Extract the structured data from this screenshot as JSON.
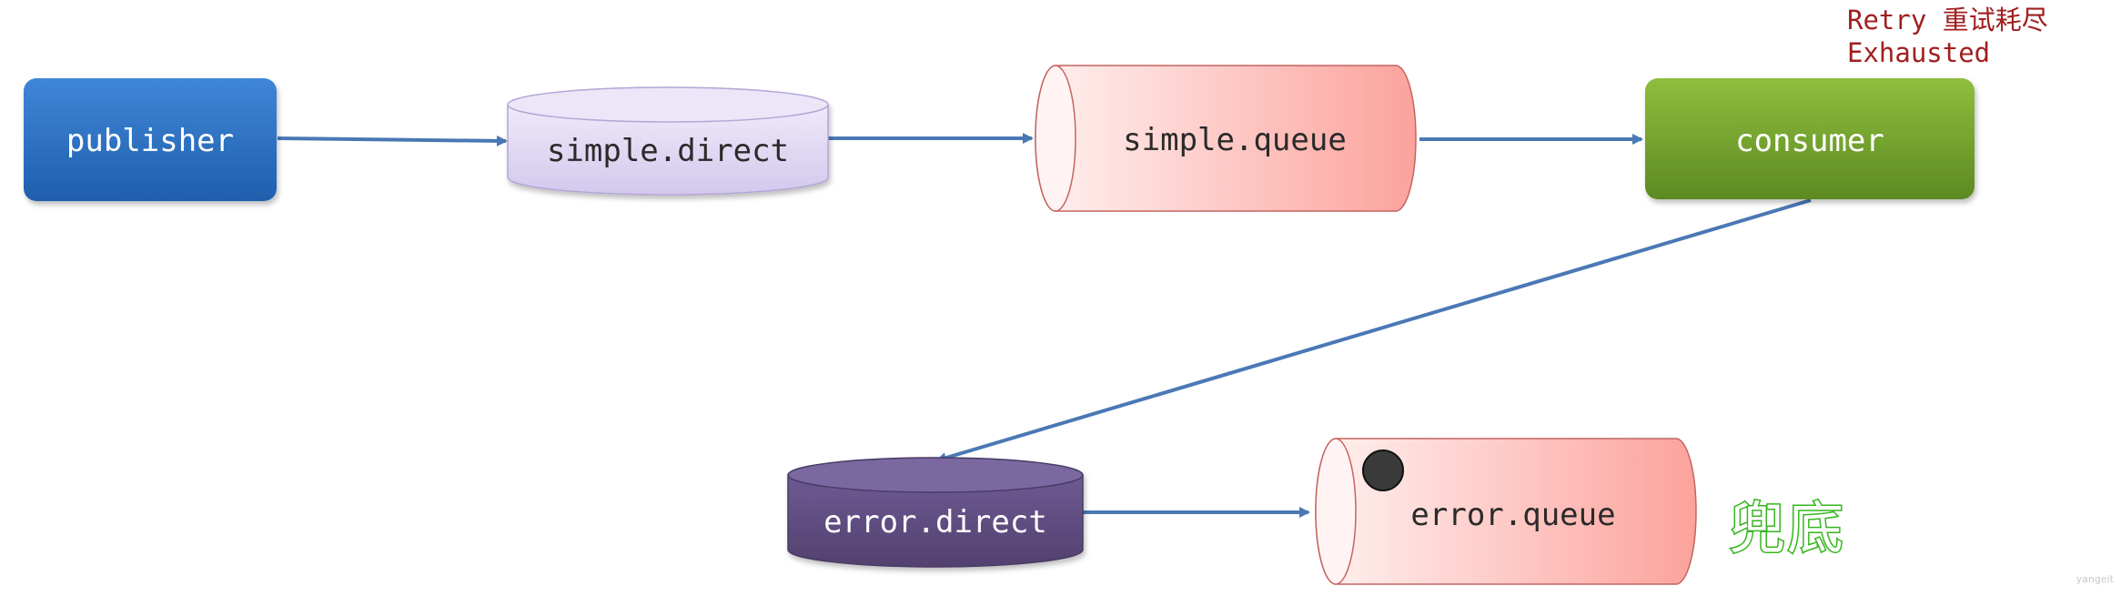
{
  "nodes": {
    "publisher": "publisher",
    "simple_direct": "simple.direct",
    "simple_queue": "simple.queue",
    "consumer": "consumer",
    "error_direct": "error.direct",
    "error_queue": "error.queue"
  },
  "annotations": {
    "retry_prefix": "Retry",
    "retry_cjk": "重试耗尽",
    "retry_line2": "Exhausted",
    "fallback": "兜底"
  },
  "watermark": "yangeit",
  "colors": {
    "publisher": "#2a6fc1",
    "exchange_simple": "#ddd4f0",
    "queue_pink": "#fcb0ab",
    "consumer": "#6a9a2b",
    "exchange_error": "#5d4a80",
    "arrow": "#4a78b5",
    "note_red": "#a01f1f",
    "fallback_green": "#35b51e"
  }
}
